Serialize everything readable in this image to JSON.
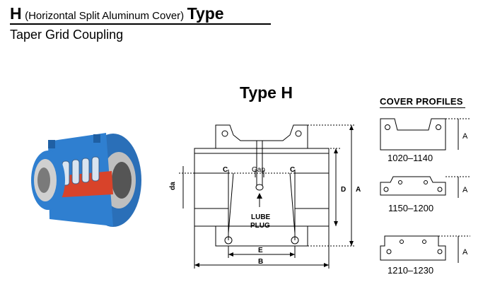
{
  "header": {
    "type_letter": "H",
    "type_description": "(Horizontal Split Aluminum Cover)",
    "type_word": "Type",
    "subtitle": "Taper Grid Coupling"
  },
  "diagram": {
    "heading": "Type H",
    "labels": {
      "c_left": "C",
      "gap": "Gap",
      "c_right": "C",
      "da": "da",
      "d": "D",
      "a": "A",
      "lube_line1": "LUBE",
      "lube_line2": "PLUG",
      "e": "E",
      "b": "B"
    }
  },
  "cover_profiles": {
    "heading": "COVER PROFILES",
    "dimension_label": "A",
    "items": [
      {
        "range": "1020–1140"
      },
      {
        "range": "1150–1200"
      },
      {
        "range": "1210–1230"
      }
    ]
  },
  "colors": {
    "coupling_blue": "#2f7fd0",
    "grid_red": "#d8432a",
    "hub_steel": "#c9c9c9"
  }
}
